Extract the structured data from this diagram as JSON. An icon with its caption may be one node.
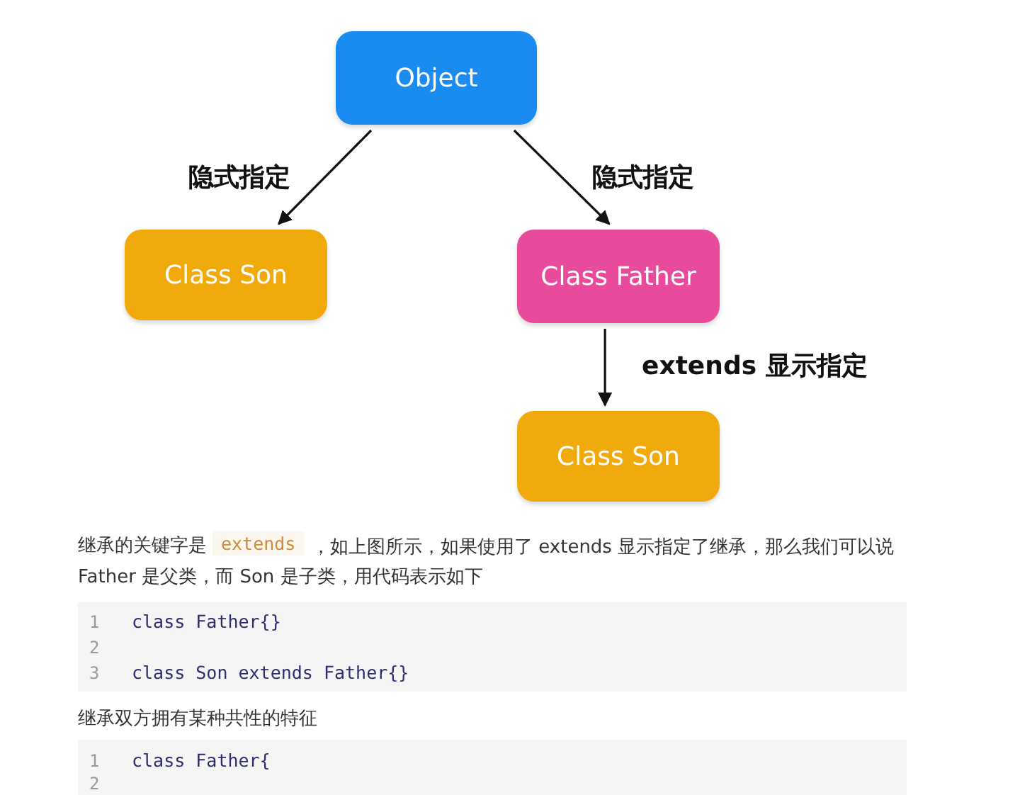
{
  "diagram": {
    "nodes": [
      {
        "text": [
          "Object"
        ]
      },
      {
        "text": [
          "Class Son"
        ]
      },
      {
        "text": [
          "Class Father"
        ]
      },
      {
        "text": [
          "Class Son"
        ]
      }
    ],
    "edges": [
      {
        "from": 0,
        "to": 1,
        "arrow": "to",
        "label": "隐式指定"
      },
      {
        "from": 0,
        "to": 2,
        "arrow": "to",
        "label": "隐式指定"
      },
      {
        "from": 2,
        "to": 3,
        "arrow": "to",
        "label": "extends 显示指定"
      }
    ],
    "labels": [
      "继承的关键字是",
      "extends",
      "，如上图所示，如果使用了 extends 显示指定了继承，那么我们可以说 Father 是父类，而 Son 是子类，用代码表示如下",
      "1",
      "class Father{}",
      "2",
      "3",
      "class Son extends Father{}",
      "继承双方拥有某种共性的特征",
      "1",
      "class Father{",
      "2"
    ]
  }
}
